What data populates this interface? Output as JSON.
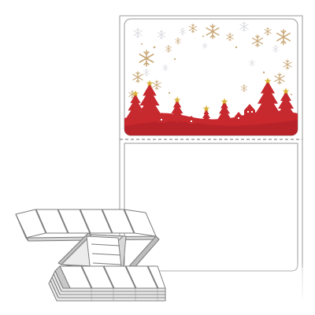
{
  "product": {
    "label_sheet": {
      "top_label_art": "christmas-village-snowflakes",
      "bottom_label": "blank",
      "perforation": "dashed"
    },
    "fanfold_stack": {
      "top_row_labels": 6,
      "bottom_row_labels": 6,
      "state": "fan-folded"
    }
  },
  "colors": {
    "outline": "#9a9a9a",
    "perforation": "#8c8c8c",
    "sheet_fill": "#ffffff",
    "stack_side": "#c8c8c8",
    "stack_edge": "#7d7d7d",
    "tree_red": "#c62a2f",
    "hill_red": "#c9282d",
    "gold": "#c9a877",
    "gold_dark": "#a8894f",
    "snow_grey": "#d7d8dd",
    "star": "#d8b23a"
  }
}
